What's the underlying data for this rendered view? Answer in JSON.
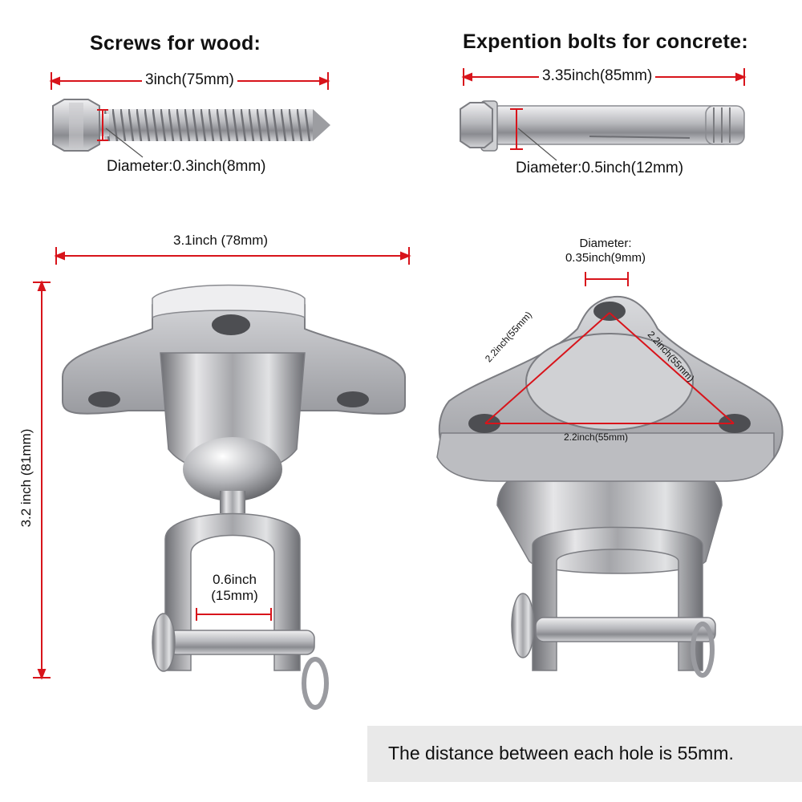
{
  "wood": {
    "heading": "Screws for wood:",
    "length_label": "3inch(75mm)",
    "diameter_label": "Diameter:0.3inch(8mm)"
  },
  "concrete": {
    "heading": "Expention bolts for concrete:",
    "length_label": "3.35inch(85mm)",
    "diameter_label": "Diameter:0.5inch(12mm)"
  },
  "hook_front": {
    "width_label": "3.1inch (78mm)",
    "height_label": "3.2 inch (81mm)",
    "opening_label_line1": "0.6inch",
    "opening_label_line2": "(15mm)"
  },
  "hook_plate": {
    "hole_diameter_line1": "Diameter:",
    "hole_diameter_line2": "0.35inch(9mm)",
    "side_left_label": "2.2inch(55mm)",
    "side_right_label": "2.2inch(55mm)",
    "side_bottom_label": "2.2inch(55mm)"
  },
  "note": "The distance between each hole is 55mm.",
  "colors": {
    "dimension_line": "#d8141b",
    "metal_light": "#e6e6e8",
    "metal_mid": "#b8b9bd",
    "metal_dark": "#6d6e73",
    "note_background": "#e9e9e9"
  }
}
